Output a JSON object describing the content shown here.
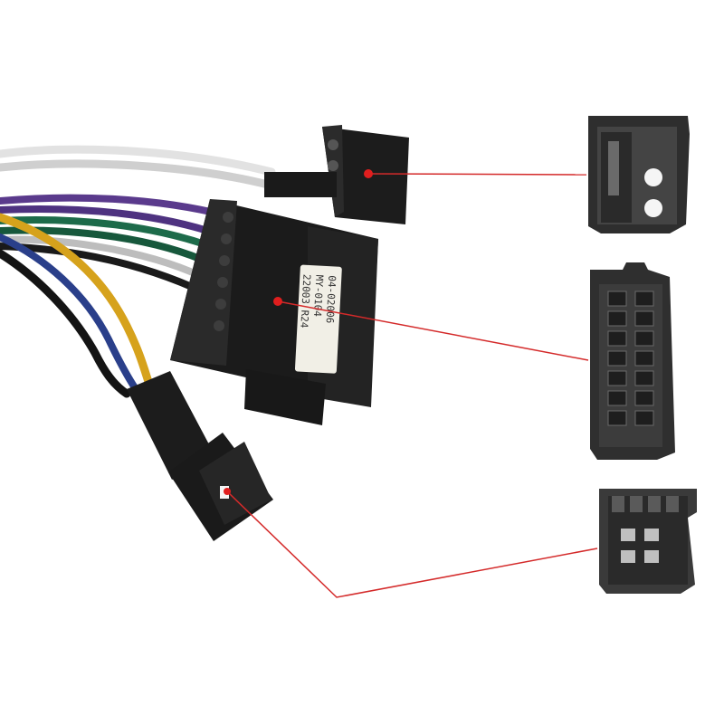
{
  "label": {
    "line1": "04-02006",
    "line2": "MY-0104",
    "line3": "22003 R24"
  },
  "colors": {
    "background": "#ffffff",
    "callout_line": "#d42a2a",
    "callout_dot": "#e01e1e",
    "connector_body": "#1c1c1c",
    "connector_highlight": "#3a3a3a",
    "label_bg": "#f1efe6",
    "wire_white": "#d9d9d9",
    "wire_grey": "#b8b8b8",
    "wire_purple": "#5a3a8c",
    "wire_green": "#1d6b4a",
    "wire_yellow": "#d6a21c",
    "wire_blue": "#2a3f8a",
    "wire_black": "#141414"
  }
}
